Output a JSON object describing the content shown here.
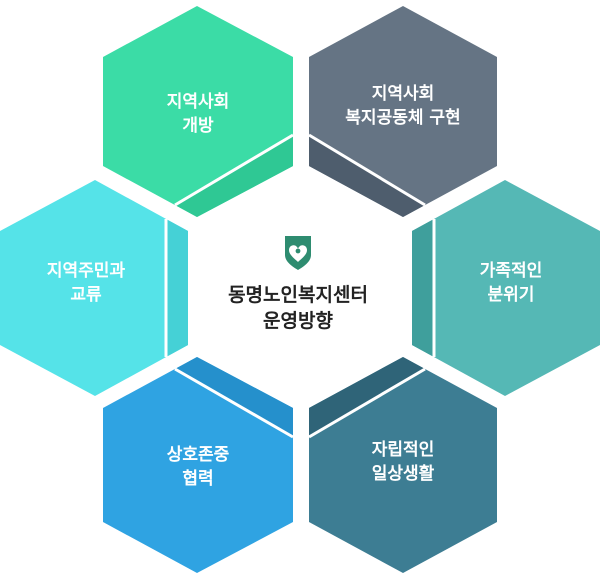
{
  "center": {
    "line1": "동명노인복지센터",
    "line2": "운영방향",
    "logo_color": "#2e8c70",
    "logo_icon": "heart-shield-icon"
  },
  "hexagons": [
    {
      "id": "top-left",
      "line1": "지역사회",
      "line2": "개방",
      "color": "#3bdca6",
      "accent": "#2fc894"
    },
    {
      "id": "top-right",
      "line1": "지역사회",
      "line2": "복지공동체 구현",
      "color": "#657484",
      "accent": "#4e5d6d"
    },
    {
      "id": "right",
      "line1": "가족적인",
      "line2": "분위기",
      "color": "#55b8b5",
      "accent": "#3f9f9c"
    },
    {
      "id": "bottom-right",
      "line1": "자립적인",
      "line2": "일상생활",
      "color": "#3d7d93",
      "accent": "#2f6478"
    },
    {
      "id": "bottom-left",
      "line1": "상호존중",
      "line2": "협력",
      "color": "#2fa3e2",
      "accent": "#2590cc"
    },
    {
      "id": "left",
      "line1": "지역주민과",
      "line2": "교류",
      "color": "#55e3e8",
      "accent": "#45d1d6"
    }
  ]
}
